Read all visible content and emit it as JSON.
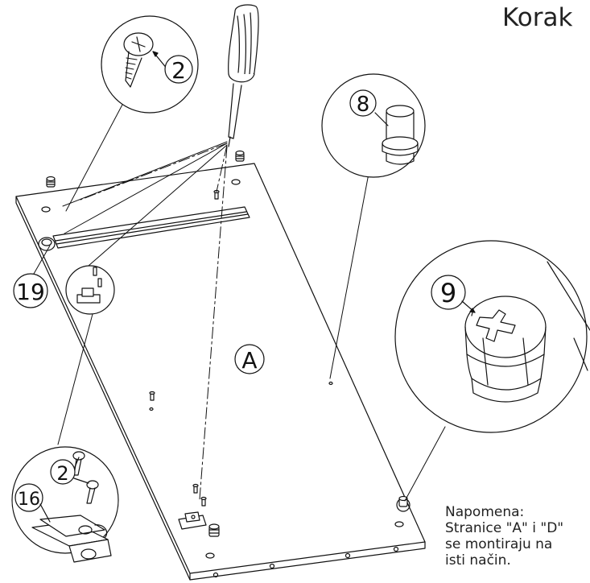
{
  "title": "Korak",
  "note": {
    "heading": "Napomena:",
    "lines": [
      "Stranice \"A\" i \"D\"",
      "se montiraju na",
      "isti način."
    ]
  },
  "labels": {
    "panel": "A",
    "part_2_top": "2",
    "part_8": "8",
    "part_9": "9",
    "part_19": "19",
    "part_2_bottom": "2",
    "part_16": "16"
  }
}
